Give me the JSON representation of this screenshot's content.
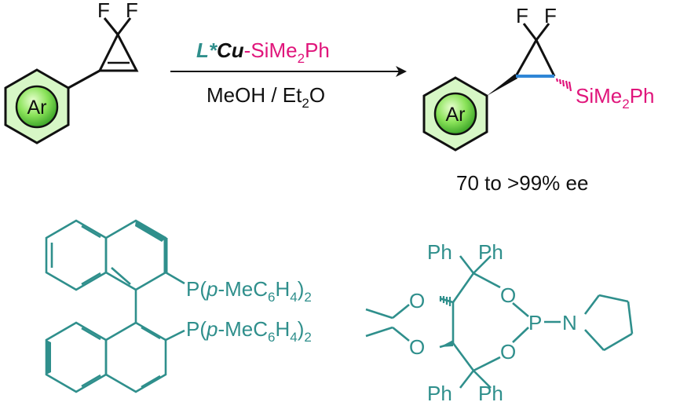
{
  "reactant": {
    "ring_label": "Ar",
    "f1": "F",
    "f2": "F"
  },
  "reagent": {
    "ligand": "L*",
    "metal": "Cu",
    "dash": "-",
    "silyl_main": "SiMe",
    "silyl_sub": "2",
    "silyl_tail": "Ph"
  },
  "conditions": {
    "solvent_a": "MeOH / Et",
    "solvent_sub": "2",
    "solvent_b": "O"
  },
  "product": {
    "ring_label": "Ar",
    "f1": "F",
    "f2": "F",
    "silyl_main": "SiMe",
    "silyl_sub": "2",
    "silyl_tail": "Ph"
  },
  "result": {
    "ee": "70 to >99% ee"
  },
  "ligand1": {
    "p_top_pre": "P(",
    "p_top_italic": "p",
    "p_top_mid": "-MeC",
    "p_top_sub1": "6",
    "p_top_h": "H",
    "p_top_sub2": "4",
    "p_top_close": ")",
    "p_top_sub3": "2",
    "p_bot_pre": "P(",
    "p_bot_italic": "p",
    "p_bot_mid": "-MeC",
    "p_bot_sub1": "6",
    "p_bot_h": "H",
    "p_bot_sub2": "4",
    "p_bot_close": ")",
    "p_bot_sub3": "2"
  },
  "ligand2": {
    "ph1": "Ph",
    "ph2": "Ph",
    "ph3": "Ph",
    "ph4": "Ph",
    "o_top_ring": "O",
    "o_bot_ring": "O",
    "o_top_diox": "O",
    "o_bot_diox": "O",
    "p_atom": "P",
    "n_atom": "N"
  },
  "colors": {
    "black": "#111111",
    "magenta": "#e0157b",
    "teal": "#2f8f8c",
    "blue": "#2f86d6",
    "ar_green": "#7ee34a"
  }
}
